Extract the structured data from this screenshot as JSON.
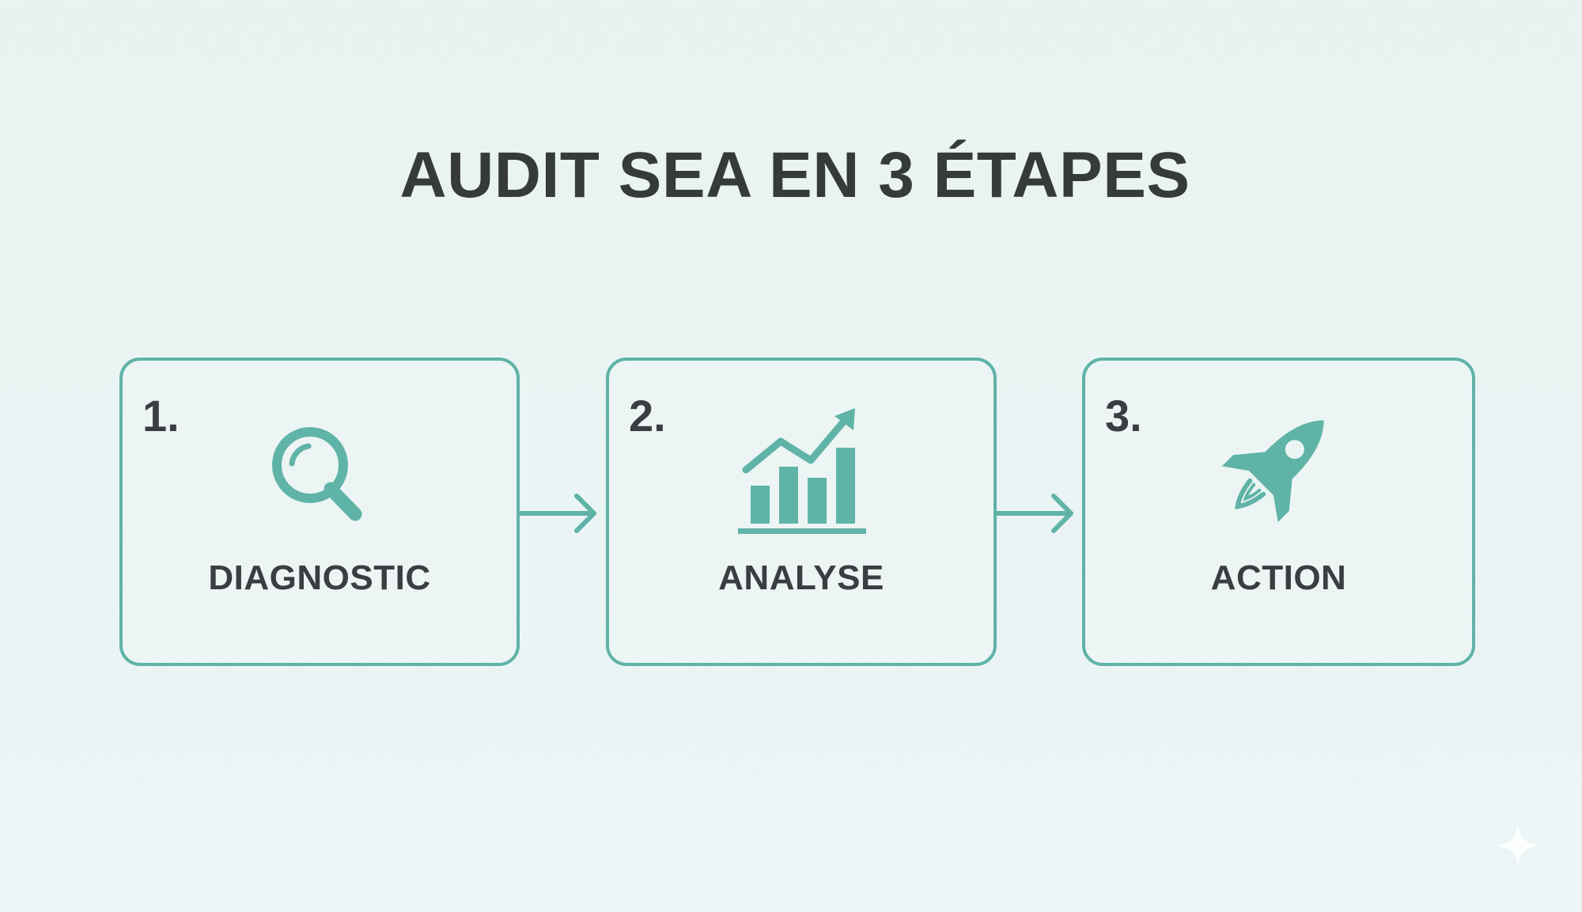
{
  "title": "AUDIT SEA EN 3 ÉTAPES",
  "colors": {
    "accent": "#5fb3a7",
    "text": "#3b3e40",
    "background": "#eaf4f3"
  },
  "steps": [
    {
      "number": "1.",
      "label": "DIAGNOSTIC",
      "icon": "magnifying-glass-icon"
    },
    {
      "number": "2.",
      "label": "ANALYSE",
      "icon": "bar-chart-trend-icon"
    },
    {
      "number": "3.",
      "label": "ACTION",
      "icon": "rocket-icon"
    }
  ],
  "connectors": [
    "arrow-right-icon",
    "arrow-right-icon"
  ],
  "corner_mark": "sparkle-icon"
}
